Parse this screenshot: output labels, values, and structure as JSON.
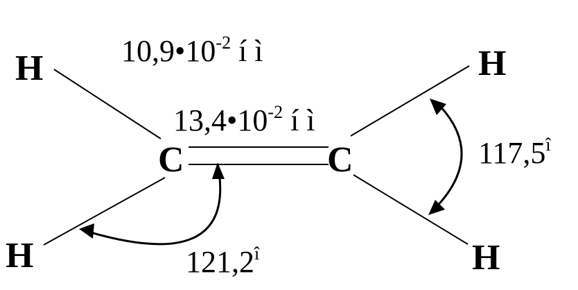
{
  "atoms": {
    "c_left": "C",
    "c_right": "C",
    "h_top_left": "H",
    "h_bottom_left": "H",
    "h_top_right": "H",
    "h_bottom_right": "H"
  },
  "labels": {
    "ch_bond": {
      "mantissa": "10,9•10",
      "exponent": "-2",
      "unit": " í ì"
    },
    "cc_bond": {
      "mantissa": "13,4•10",
      "exponent": "-2",
      "unit": " í ì"
    },
    "hch_angle": {
      "value": "117,5",
      "degree": "î"
    },
    "hcc_angle": {
      "value": "121,2",
      "degree": "î"
    }
  }
}
